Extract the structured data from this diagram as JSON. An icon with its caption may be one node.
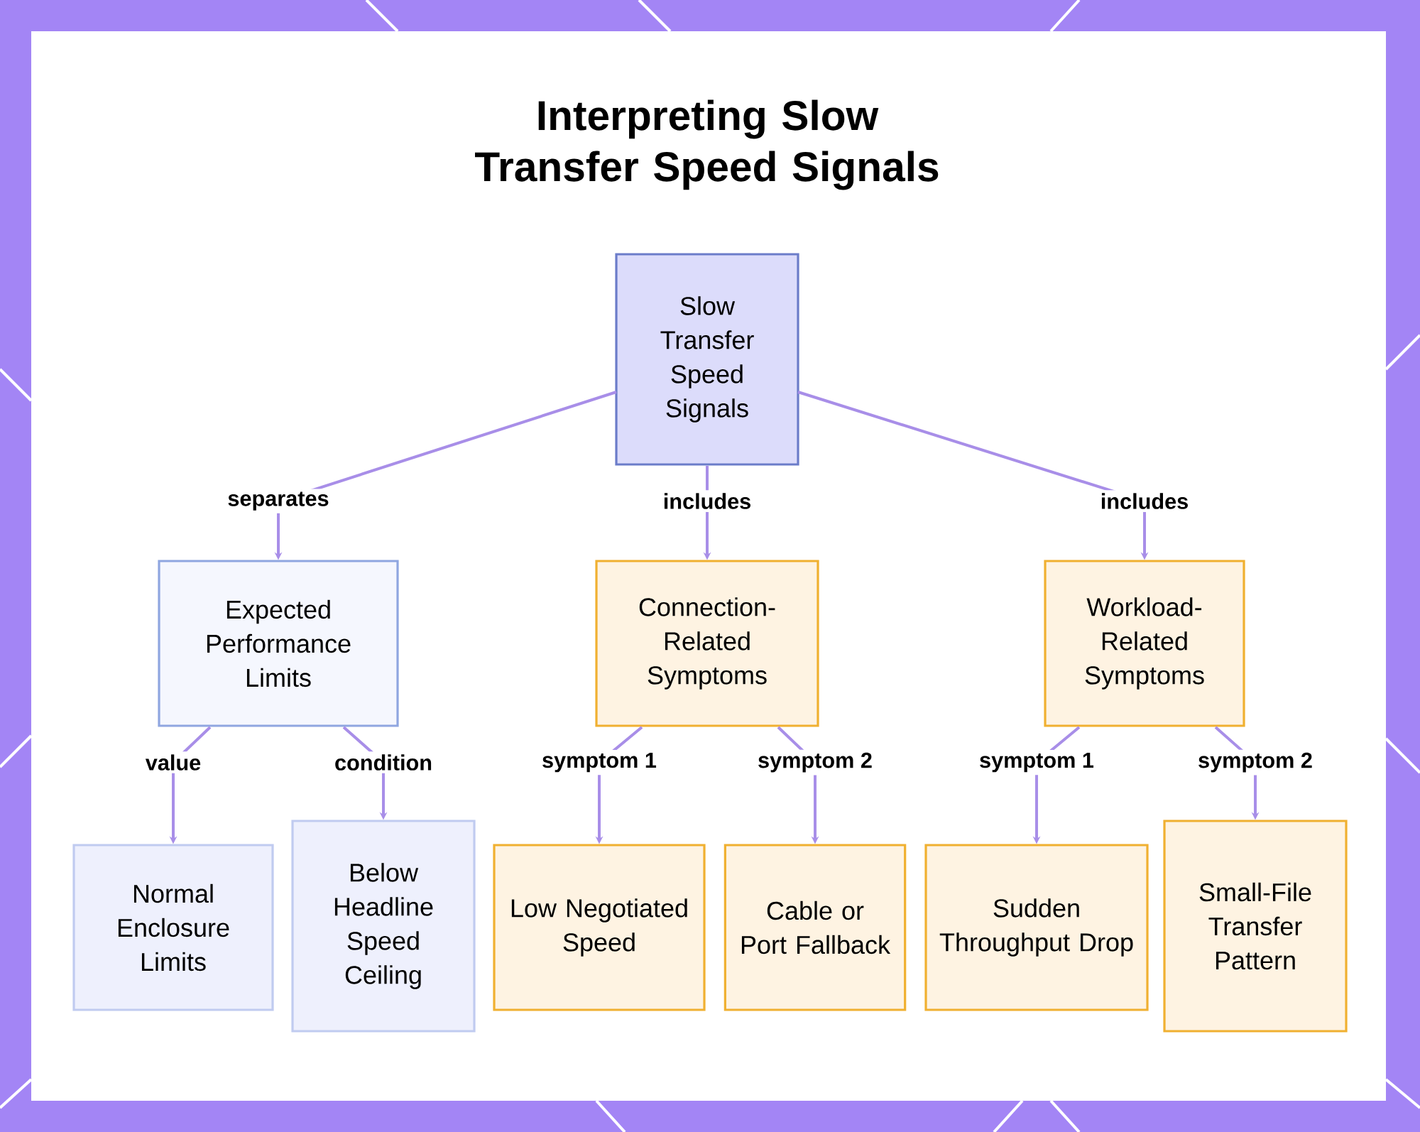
{
  "diagram": {
    "title": "Interpreting Slow Transfer Speed Signals",
    "nodes": [
      {
        "text": [
          "Slow Transfer Speed Signals"
        ]
      },
      {
        "text": [
          "Expected Performance Limits"
        ]
      },
      {
        "text": [
          "Connection-Related Symptoms"
        ]
      },
      {
        "text": [
          "Workload-Related Symptoms"
        ]
      },
      {
        "text": [
          "Normal Enclosure Limits"
        ]
      },
      {
        "text": [
          "Below Headline Speed Ceiling"
        ]
      },
      {
        "text": [
          "Low Negotiated Speed"
        ]
      },
      {
        "text": [
          "Cable or Port Fallback"
        ]
      },
      {
        "text": [
          "Sudden Throughput Drop"
        ]
      },
      {
        "text": [
          "Small-File Transfer Pattern"
        ]
      }
    ],
    "edges": [
      {
        "from": 0,
        "to": 1,
        "arrow": "to",
        "label": "separates"
      },
      {
        "from": 0,
        "to": 2,
        "arrow": "to",
        "label": "includes"
      },
      {
        "from": 0,
        "to": 3,
        "arrow": "to",
        "label": "includes"
      },
      {
        "from": 1,
        "to": 4,
        "arrow": "to",
        "label": "value"
      },
      {
        "from": 1,
        "to": 5,
        "arrow": "to",
        "label": "condition"
      },
      {
        "from": 2,
        "to": 6,
        "arrow": "to",
        "label": "symptom 1"
      },
      {
        "from": 2,
        "to": 7,
        "arrow": "to",
        "label": "symptom 2"
      },
      {
        "from": 3,
        "to": 8,
        "arrow": "to",
        "label": "symptom 1"
      },
      {
        "from": 3,
        "to": 9,
        "arrow": "to",
        "label": "symptom 2"
      }
    ]
  }
}
